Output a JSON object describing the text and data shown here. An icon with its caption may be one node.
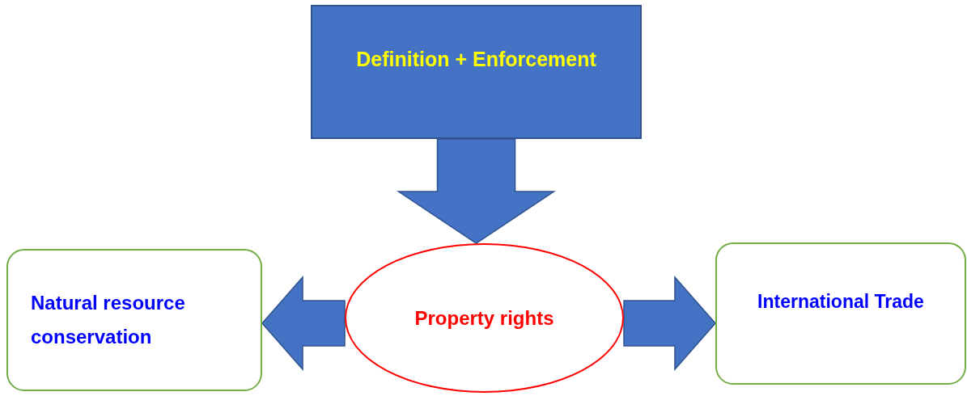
{
  "diagram": {
    "nodes": [
      {
        "text": [
          "Definition + Enforcement"
        ]
      },
      {
        "text": [
          "Natural resource conservation"
        ]
      },
      {
        "text": [
          "Property rights"
        ]
      },
      {
        "text": [
          "International Trade"
        ]
      }
    ],
    "edges": [
      {
        "from": 0,
        "to": 2,
        "arrow": "to",
        "style": "thick"
      },
      {
        "from": 2,
        "to": 1,
        "arrow": "to",
        "style": "thick"
      },
      {
        "from": 2,
        "to": 3,
        "arrow": "to",
        "style": "thick"
      }
    ]
  }
}
